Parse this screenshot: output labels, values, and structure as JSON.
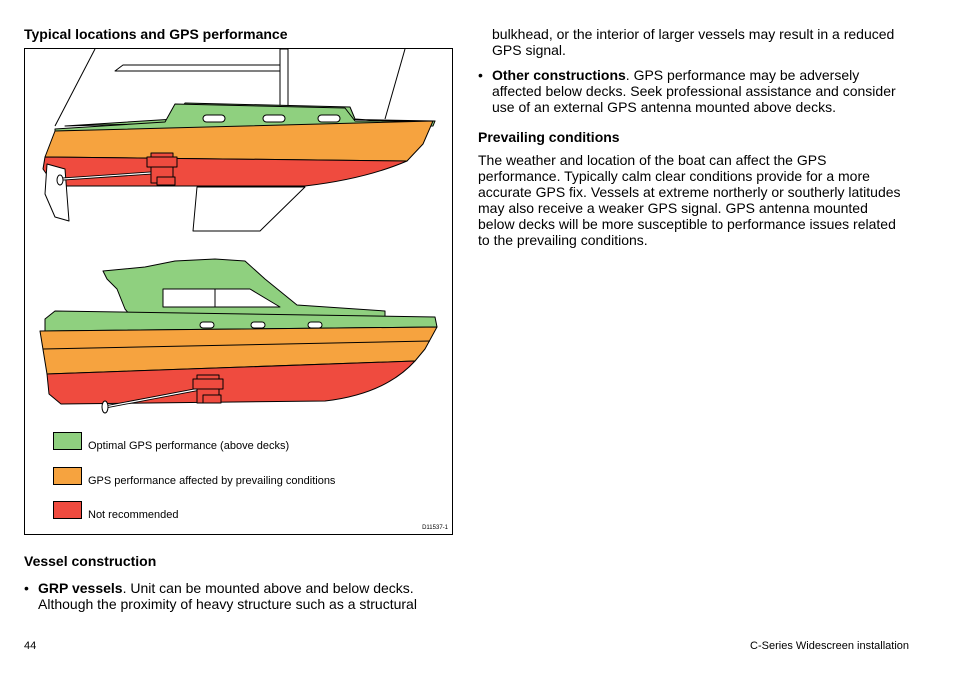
{
  "left": {
    "heading_top": "Typical locations and GPS performance",
    "heading_vessel": "Vessel construction",
    "bullet_grp_bold": "GRP vessels",
    "bullet_grp_line1": ". Unit can be mounted above and below decks.",
    "bullet_grp_line2": "Although the proximity of heavy structure such as a structural"
  },
  "figure": {
    "legend": [
      {
        "label": "Optimal GPS performance (above decks)",
        "color": "#8fd07f"
      },
      {
        "label": "GPS performance affected by prevailing conditions",
        "color": "#f6a33f"
      },
      {
        "label": "Not recommended",
        "color": "#ef4b3f"
      }
    ],
    "code": "D11537-1"
  },
  "right": {
    "cont_line1": "bulkhead, or the interior of larger vessels may result in a reduced",
    "cont_line2": "GPS signal.",
    "bullet_other_bold": "Other constructions",
    "bullet_other_line1": ". GPS performance may be adversely",
    "bullet_other_line2": "affected below decks. Seek professional assistance and consider",
    "bullet_other_line3": "use of an external GPS antenna mounted above decks.",
    "heading_prevailing": "Prevailing conditions",
    "para": [
      "The weather and location of the boat can affect the GPS",
      "performance. Typically calm clear conditions provide for a more",
      "accurate GPS fix. Vessels at extreme northerly or southerly latitudes",
      "may also receive a weaker GPS signal. GPS antenna mounted",
      "below decks will be more susceptible to performance issues related",
      "to the prevailing conditions."
    ]
  },
  "footer": {
    "page_number": "44",
    "doc_title": "C-Series Widescreen installation"
  }
}
